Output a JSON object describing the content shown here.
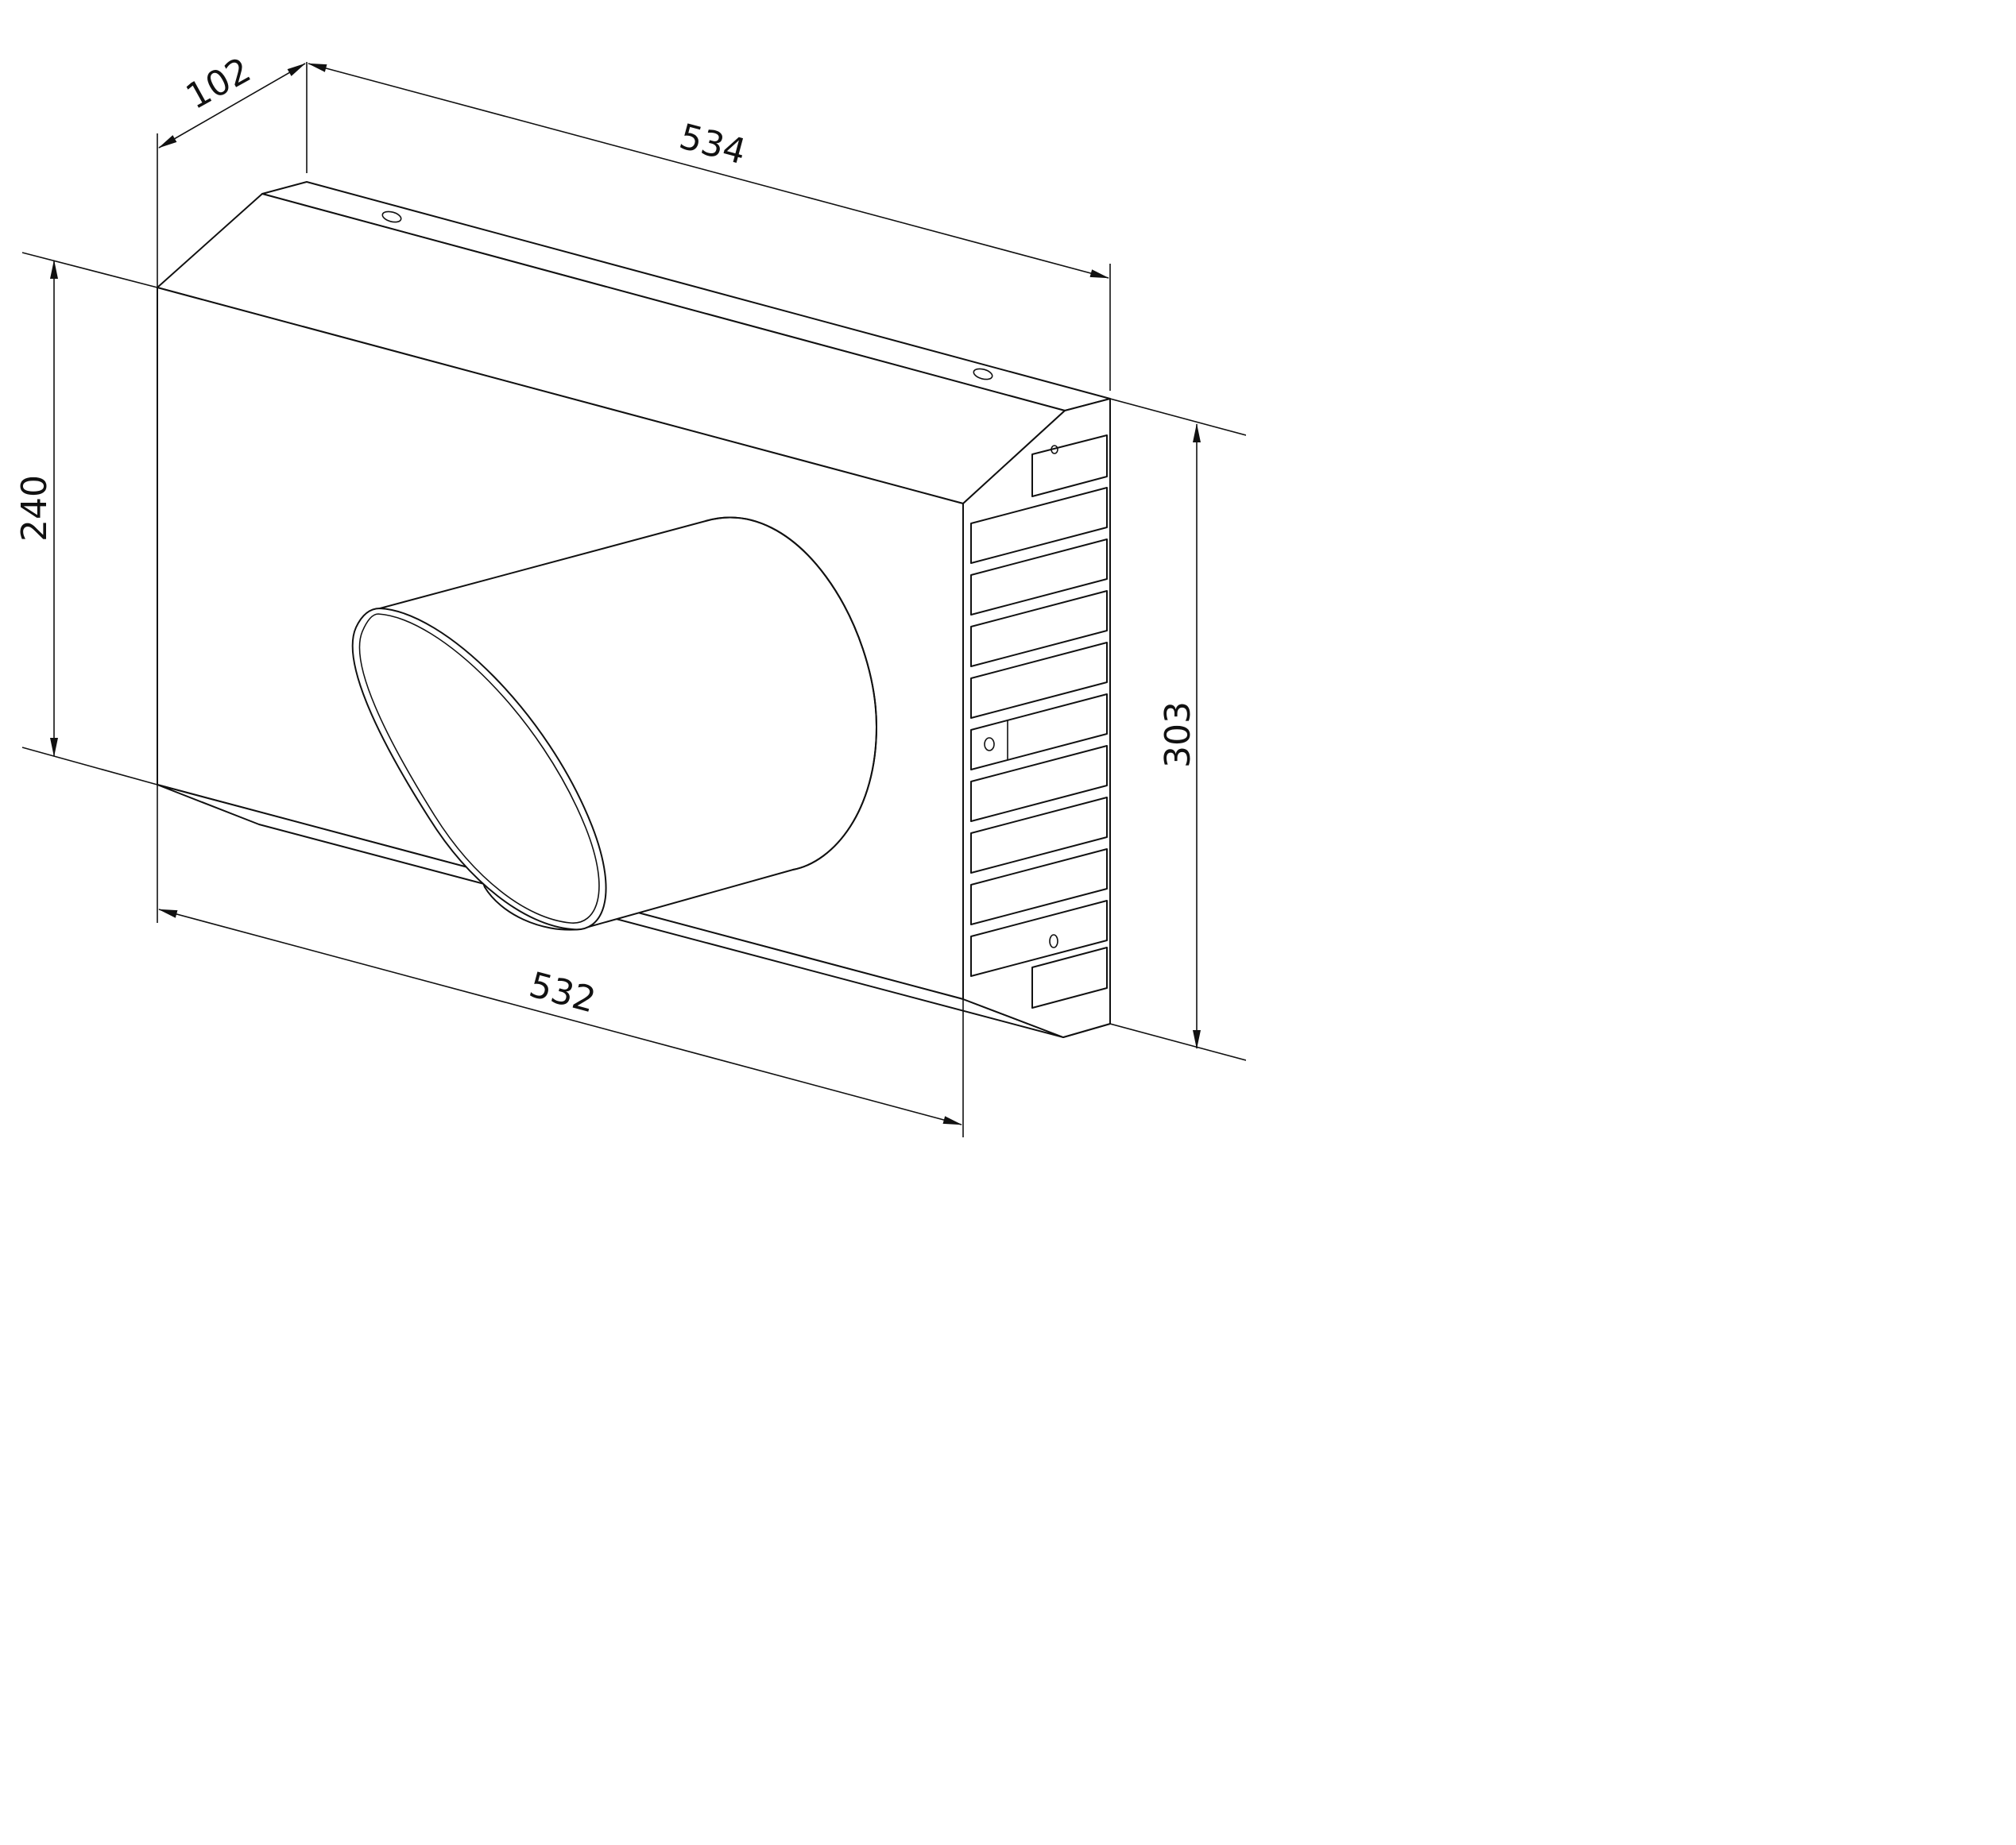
{
  "drawing": {
    "dimensions": {
      "depth": "102",
      "top_width": "534",
      "left_height": "240",
      "bottom_width": "532",
      "right_height": "303"
    }
  }
}
